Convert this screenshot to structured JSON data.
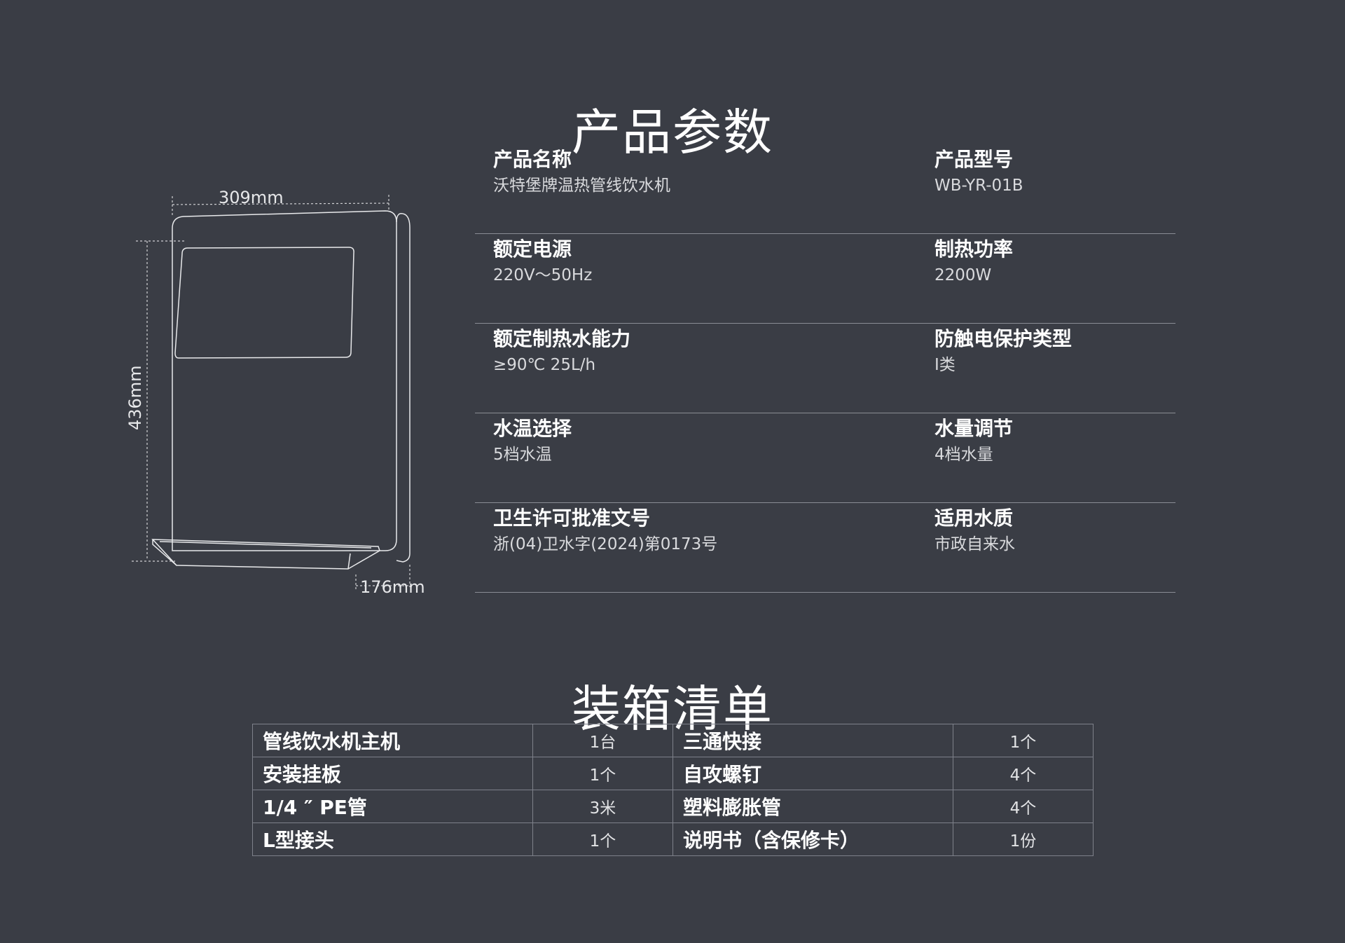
{
  "specs": {
    "title": "产品参数",
    "rows": [
      {
        "left": {
          "label": "产品名称",
          "value": "沃特堡牌温热管线饮水机"
        },
        "right": {
          "label": "产品型号",
          "value": "WB-YR-01B"
        }
      },
      {
        "left": {
          "label": "额定电源",
          "value": "220V～50Hz"
        },
        "right": {
          "label": "制热功率",
          "value": "2200W"
        }
      },
      {
        "left": {
          "label": "额定制热水能力",
          "value": "≥90℃ 25L/h"
        },
        "right": {
          "label": "防触电保护类型",
          "value": "I类"
        }
      },
      {
        "left": {
          "label": "水温选择",
          "value": "5档水温"
        },
        "right": {
          "label": "水量调节",
          "value": "4档水量"
        }
      },
      {
        "left": {
          "label": "卫生许可批准文号",
          "value": "浙(04)卫水字(2024)第0173号"
        },
        "right": {
          "label": "适用水质",
          "value": "市政自来水"
        }
      }
    ]
  },
  "dimensions": {
    "width": "309mm",
    "height": "436mm",
    "depth": "176mm"
  },
  "packing": {
    "title": "装箱清单",
    "rows": [
      {
        "a_name": "管线饮水机主机",
        "a_qty": "1台",
        "b_name": "三通快接",
        "b_qty": "1个"
      },
      {
        "a_name": "安装挂板",
        "a_qty": "1个",
        "b_name": "自攻螺钉",
        "b_qty": "4个"
      },
      {
        "a_name": "1/4 ″ PE管",
        "a_qty": "3米",
        "b_name": "塑料膨胀管",
        "b_qty": "4个"
      },
      {
        "a_name": "L型接头",
        "a_qty": "1个",
        "b_name": "说明书（含保修卡）",
        "b_qty": "1份"
      }
    ]
  }
}
